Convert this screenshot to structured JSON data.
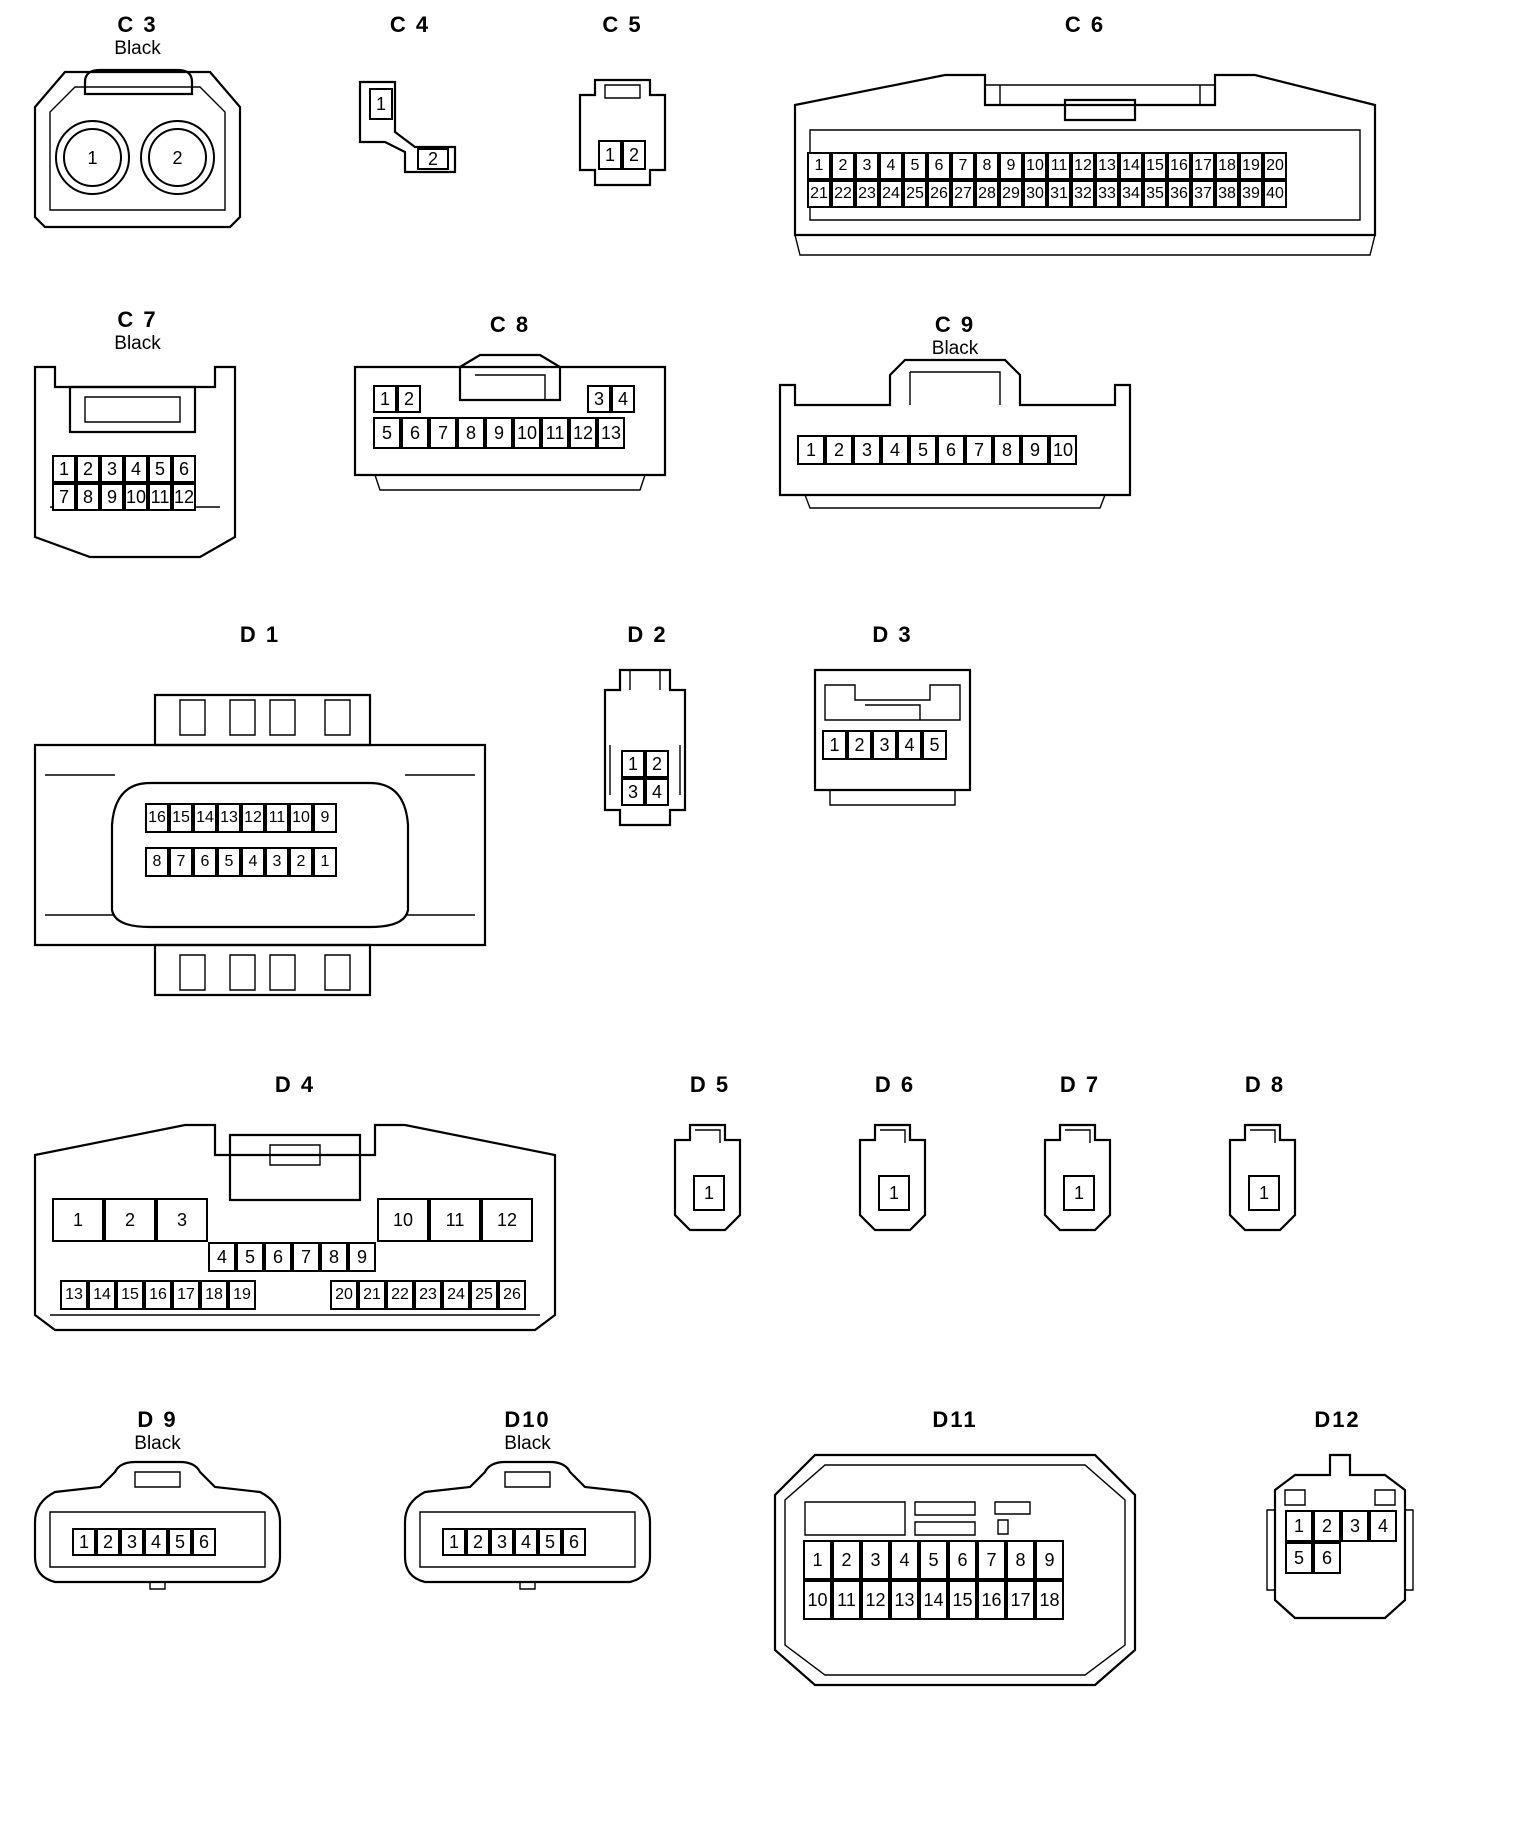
{
  "connectors": {
    "C3": {
      "id": "C 3",
      "color": "Black",
      "pins": [
        "1",
        "2"
      ]
    },
    "C4": {
      "id": "C 4",
      "pins": [
        "1",
        "2"
      ]
    },
    "C5": {
      "id": "C 5",
      "pins": [
        "1",
        "2"
      ]
    },
    "C6": {
      "id": "C 6",
      "pins": [
        "1",
        "2",
        "3",
        "4",
        "5",
        "6",
        "7",
        "8",
        "9",
        "10",
        "11",
        "12",
        "13",
        "14",
        "15",
        "16",
        "17",
        "18",
        "19",
        "20",
        "21",
        "22",
        "23",
        "24",
        "25",
        "26",
        "27",
        "28",
        "29",
        "30",
        "31",
        "32",
        "33",
        "34",
        "35",
        "36",
        "37",
        "38",
        "39",
        "40"
      ]
    },
    "C7": {
      "id": "C 7",
      "color": "Black",
      "pins": [
        "1",
        "2",
        "3",
        "4",
        "5",
        "6",
        "7",
        "8",
        "9",
        "10",
        "11",
        "12"
      ]
    },
    "C8": {
      "id": "C 8",
      "pins": [
        "1",
        "2",
        "3",
        "4",
        "5",
        "6",
        "7",
        "8",
        "9",
        "10",
        "11",
        "12",
        "13"
      ]
    },
    "C9": {
      "id": "C 9",
      "color": "Black",
      "pins": [
        "1",
        "2",
        "3",
        "4",
        "5",
        "6",
        "7",
        "8",
        "9",
        "10"
      ]
    },
    "D1": {
      "id": "D 1",
      "pins": [
        "16",
        "15",
        "14",
        "13",
        "12",
        "11",
        "10",
        "9",
        "8",
        "7",
        "6",
        "5",
        "4",
        "3",
        "2",
        "1"
      ]
    },
    "D2": {
      "id": "D 2",
      "pins": [
        "1",
        "2",
        "3",
        "4"
      ]
    },
    "D3": {
      "id": "D 3",
      "pins": [
        "1",
        "2",
        "3",
        "4",
        "5"
      ]
    },
    "D4": {
      "id": "D 4",
      "pins": [
        "1",
        "2",
        "3",
        "10",
        "11",
        "12",
        "4",
        "5",
        "6",
        "7",
        "8",
        "9",
        "13",
        "14",
        "15",
        "16",
        "17",
        "18",
        "19",
        "20",
        "21",
        "22",
        "23",
        "24",
        "25",
        "26"
      ]
    },
    "D5": {
      "id": "D 5",
      "pins": [
        "1"
      ]
    },
    "D6": {
      "id": "D 6",
      "pins": [
        "1"
      ]
    },
    "D7": {
      "id": "D 7",
      "pins": [
        "1"
      ]
    },
    "D8": {
      "id": "D 8",
      "pins": [
        "1"
      ]
    },
    "D9": {
      "id": "D 9",
      "color": "Black",
      "pins": [
        "1",
        "2",
        "3",
        "4",
        "5",
        "6"
      ]
    },
    "D10": {
      "id": "D10",
      "color": "Black",
      "pins": [
        "1",
        "2",
        "3",
        "4",
        "5",
        "6"
      ]
    },
    "D11": {
      "id": "D11",
      "pins": [
        "1",
        "2",
        "3",
        "4",
        "5",
        "6",
        "7",
        "8",
        "9",
        "10",
        "11",
        "12",
        "13",
        "14",
        "15",
        "16",
        "17",
        "18"
      ]
    },
    "D12": {
      "id": "D12",
      "pins": [
        "1",
        "2",
        "3",
        "4",
        "5",
        "6"
      ]
    }
  }
}
